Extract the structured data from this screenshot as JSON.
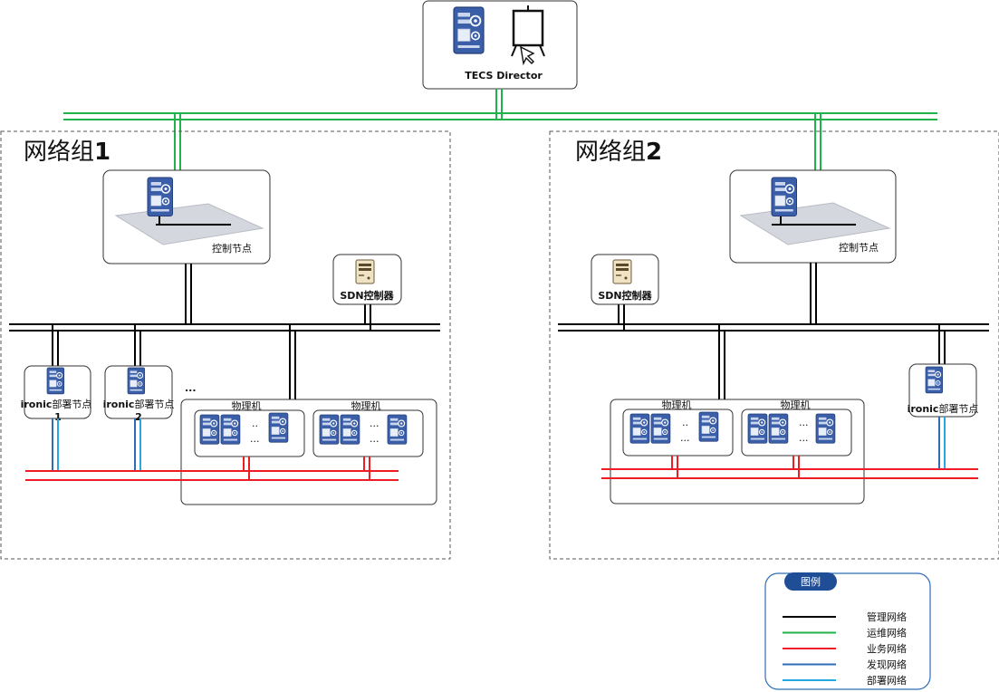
{
  "director": {
    "label": "TECS Director"
  },
  "group1": {
    "title": "网络组",
    "number": "1",
    "control_node": "控制节点",
    "sdn": "SDN控制器",
    "ironic1": {
      "prefix": "ironic",
      "suffix": "部署节点",
      "num": "1"
    },
    "ironic2": {
      "prefix": "ironic",
      "suffix": "部署节点",
      "num": "2"
    },
    "ellipsis": "...",
    "phys_a": {
      "label": "物理机",
      "dots_top": "..",
      "dots": "..."
    },
    "phys_b": {
      "label": "物理机",
      "dots_top": "...",
      "dots": "..."
    }
  },
  "group2": {
    "title": "网络组",
    "number": "2",
    "control_node": "控制节点",
    "sdn": "SDN控制器",
    "ironic": {
      "prefix": "ironic",
      "suffix": "部署节点"
    },
    "phys_a": {
      "label": "物理机",
      "dots_top": "..",
      "dots": "..."
    },
    "phys_b": {
      "label": "物理机",
      "dots_top": "...",
      "dots": "..."
    }
  },
  "legend": {
    "title": "图例",
    "items": [
      {
        "label": "管理网络",
        "color": "#000000"
      },
      {
        "label": "运维网络",
        "color": "#22b24c"
      },
      {
        "label": "业务网络",
        "color": "#ee1c25"
      },
      {
        "label": "发现网络",
        "color": "#2e6db4"
      },
      {
        "label": "部署网络",
        "color": "#28a8e0"
      }
    ]
  },
  "colors": {
    "management": "#000000",
    "ops": "#22b24c",
    "business": "#ee1c25",
    "discovery": "#2e6db4",
    "deploy": "#28a8e0",
    "server_blue": "#3a5ea8",
    "legend_header": "#1f4e96"
  }
}
